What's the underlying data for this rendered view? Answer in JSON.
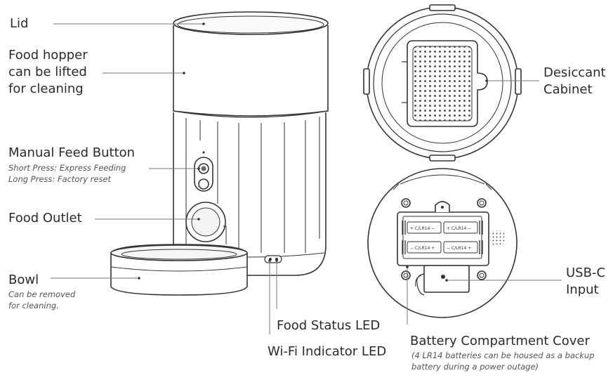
{
  "labels": {
    "lid": "Lid",
    "hopper_1": "Food hopper",
    "hopper_2": "can be lifted",
    "hopper_3": "for cleaning",
    "manual_feed": "Manual Feed Button",
    "manual_feed_sub_1": "Short Press: Express Feeding",
    "manual_feed_sub_2": "Long Press: Factory reset",
    "food_outlet": "Food Outlet",
    "bowl": "Bowl",
    "bowl_sub_1": "Can be removed",
    "bowl_sub_2": "for cleaning.",
    "food_status_led": "Food Status LED",
    "wifi_led": "Wi-Fi Indicator LED",
    "desiccant_1": "Desiccant",
    "desiccant_2": "Cabinet",
    "usbc_1": "USB-C",
    "usbc_2": "Input",
    "battery_cover": "Battery Compartment Cover",
    "battery_sub_1": "(4 LR14 batteries can be housed as a backup",
    "battery_sub_2": "battery during a power outage)"
  },
  "battery_marks": {
    "top_left": "+ C/LR14 −",
    "top_right": "+ C/LR14 −",
    "bottom_left": "− C/LR14 +",
    "bottom_right": "− C/LR14 +"
  },
  "colors": {
    "outline": "#333333",
    "leader": "#777777",
    "body_fill": "#ffffff"
  }
}
